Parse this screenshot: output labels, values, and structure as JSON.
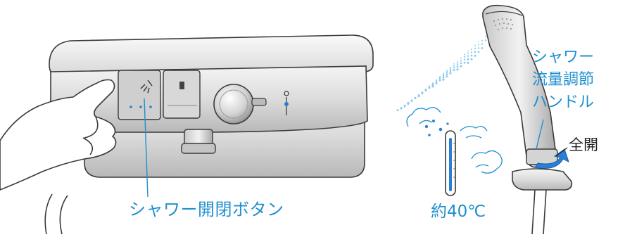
{
  "labels": {
    "shower_button": "シャワー開閉ボタン",
    "temperature": "約40℃",
    "flow_handle": [
      "シャワー",
      "流量調節",
      "ハンドル"
    ],
    "full_open": "全開"
  },
  "colors": {
    "callout": "#1f8fd0",
    "accent_blue": "#2a7fd4",
    "outline": "#3a3a3a"
  }
}
